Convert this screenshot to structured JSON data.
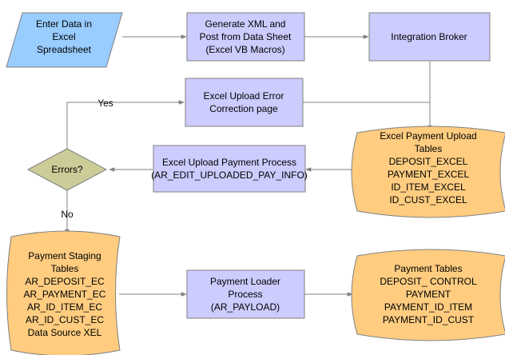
{
  "colors": {
    "data_input": "#99ccff",
    "process": "#ccccff",
    "data_table": "#ffcc80",
    "decision": "#cccc99",
    "stroke": "#808080",
    "arrow": "#808080"
  },
  "nodes": {
    "enter_data": {
      "lines": [
        "Enter Data in",
        "Excel",
        "Spreadsheet"
      ]
    },
    "generate_xml": {
      "lines": [
        "Generate XML and",
        "Post from Data Sheet",
        "(Excel VB Macros)"
      ]
    },
    "integration_broker": {
      "lines": [
        "Integration Broker"
      ]
    },
    "error_correction": {
      "lines": [
        "Excel Upload Error",
        "Correction page"
      ]
    },
    "excel_payment_tables": {
      "lines": [
        "Excel Payment Upload",
        "Tables",
        "DEPOSIT_EXCEL",
        "PAYMENT_EXCEL",
        "ID_ITEM_EXCEL",
        "ID_CUST_EXCEL"
      ]
    },
    "upload_process": {
      "lines": [
        "Excel Upload Payment Process",
        "(AR_EDIT_UPLOADED_PAY_INFO)"
      ]
    },
    "errors_decision": {
      "lines": [
        "Errors?"
      ]
    },
    "staging_tables": {
      "lines": [
        "Payment Staging",
        "Tables",
        "AR_DEPOSIT_EC",
        "AR_PAYMENT_EC",
        "AR_ID_ITEM_EC",
        "AR_ID_CUST_EC",
        "Data Source XEL"
      ]
    },
    "payment_loader": {
      "lines": [
        "Payment Loader",
        "Process",
        "(AR_PAYLOAD)"
      ]
    },
    "payment_tables": {
      "lines": [
        "Payment Tables",
        "DEPOSIT_ CONTROL",
        "PAYMENT",
        "PAYMENT_ID_ITEM",
        "PAYMENT_ID_CUST"
      ]
    }
  },
  "edge_labels": {
    "yes": "Yes",
    "no": "No"
  }
}
